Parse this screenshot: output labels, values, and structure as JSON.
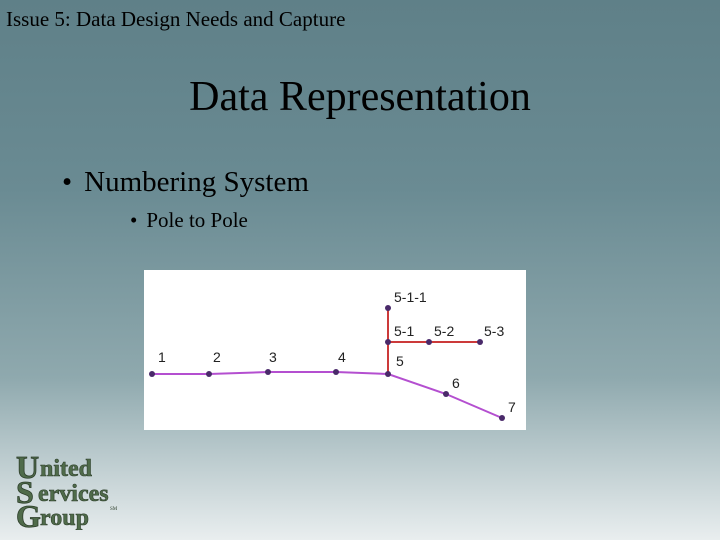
{
  "slide": {
    "header": "Issue 5: Data Design Needs and Capture",
    "title": "Data Representation",
    "bullets": [
      {
        "level": 1,
        "text": "Numbering System"
      },
      {
        "level": 2,
        "text": "Pole to Pole"
      }
    ],
    "bullet_symbol": "•"
  },
  "diagram": {
    "main_line_color": "#b44fd0",
    "branch_line_color": "#cc3a3a",
    "node_color": "#4a2a6a",
    "poles": [
      "1",
      "2",
      "3",
      "4",
      "5",
      "6",
      "7",
      "5-1",
      "5-2",
      "5-3",
      "5-1-1"
    ]
  },
  "logo": {
    "lines": [
      "nited",
      "ervices",
      "roup"
    ],
    "initials": [
      "U",
      "S",
      "G"
    ],
    "mark": "SM",
    "color": "#4f6b4a"
  }
}
